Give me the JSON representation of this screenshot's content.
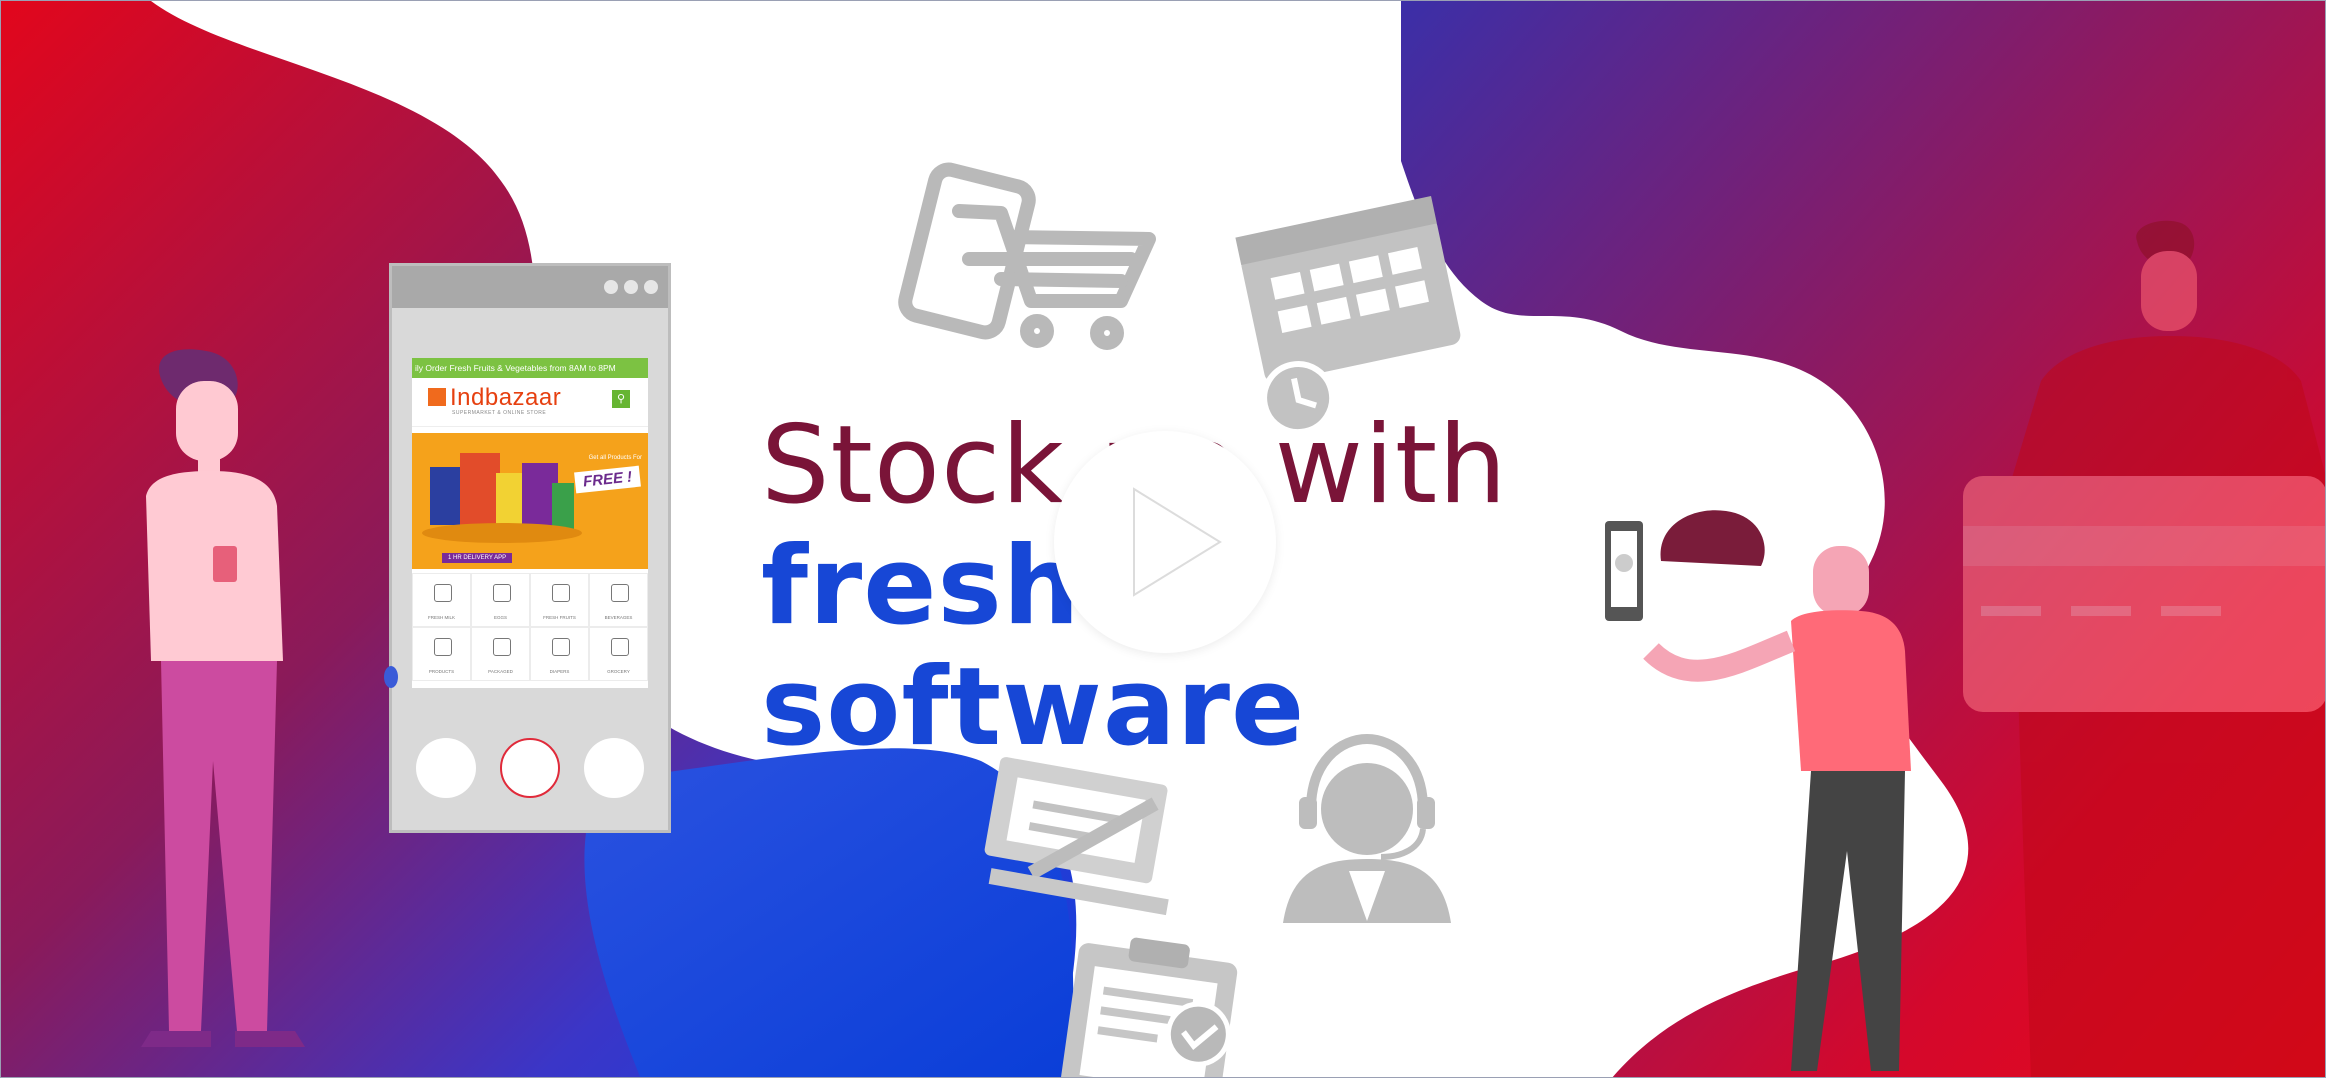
{
  "headline": {
    "line1": "Stock up with",
    "line2": "fresh software"
  },
  "video": {
    "play_label": "Play video"
  },
  "phone_mockup": {
    "promo_text": "ily Order Fresh Fruits & Vegetables from 8AM to 8PM",
    "brand": "Indbazaar",
    "brand_tagline": "SUPERMARKET & ONLINE STORE",
    "banner_badge": "FREE !",
    "banner_offer": "Get all Products For",
    "banner_delivery": "1 HR DELIVERY APP",
    "categories": [
      "FRESH MILK",
      "EGGS",
      "FRESH FRUITS",
      "BEVERAGES",
      "PRODUCTS",
      "PACKAGED",
      "DIAPERS",
      "GROCERY"
    ]
  },
  "icons": [
    "shopping-cart-phone-icon",
    "calendar-clock-icon",
    "sign-document-icon",
    "support-agent-icon",
    "clipboard-check-icon",
    "smartphone-call-icon",
    "credit-card-icon"
  ],
  "colors": {
    "red": "#e0081f",
    "blue": "#1745d8",
    "purple": "#5a2a9a",
    "headline_line1": "#7a1438",
    "headline_line2": "#1747d6"
  }
}
